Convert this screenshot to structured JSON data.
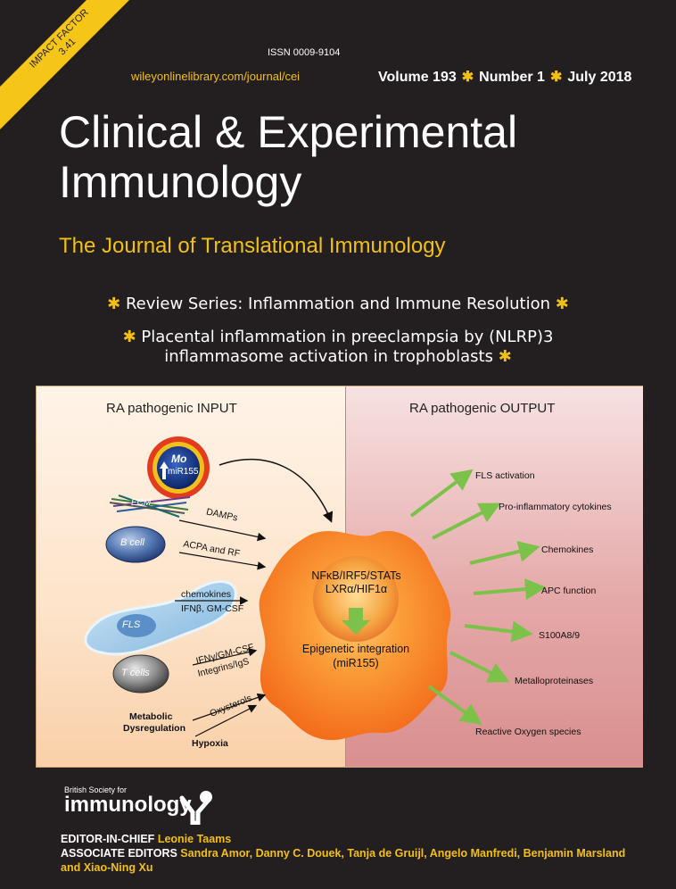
{
  "ribbon": {
    "line1": "IMPACT FACTOR",
    "line2": "3.41"
  },
  "issn": "ISSN 0009-9104",
  "url": "wileyonlinelibrary.com/journal/cei",
  "issue": {
    "volume": "Volume 193",
    "number": "Number 1",
    "date": "July 2018",
    "separator": "✱"
  },
  "title": {
    "line1": "Clinical & Experimental",
    "line2": "Immunology"
  },
  "subtitle": "The Journal of Translational Immunology",
  "highlights": {
    "series": "Review Series: Inflammation and Immune Resolution",
    "article_line1": "Placental inflammation in preeclampsia by (NLRP)3",
    "article_line2": "inflammasome activation in trophoblasts",
    "star": "✱"
  },
  "figure": {
    "left_heading": "RA pathogenic INPUT",
    "right_heading": "RA pathogenic OUTPUT",
    "mo": "Mo",
    "mir": "miR155",
    "ecm": "ECM",
    "bcell": "B cell",
    "fls": "FLS",
    "tcells": "T cells",
    "damps": "DAMPs",
    "acpa": "ACPA and RF",
    "chemokines_in": "chemokines",
    "ifnb": "IFNβ, GM-CSF",
    "ifng": "IFNγ/GM-CSF",
    "integrins": "Integrins/IgS",
    "oxysterols": "Oxysterols",
    "metabolic1": "Metabolic",
    "metabolic2": "Dysregulation",
    "hypoxia": "Hypoxia",
    "center1": "NFκB/IRF5/STATs",
    "center2": "LXRα/HIF1α",
    "center3": "Epigenetic integration",
    "center4": "(miR155)",
    "outputs": [
      "FLS activation",
      "Pro-inflammatory cytokines",
      "Chemokines",
      "APC function",
      "S100A8/9",
      "Metalloproteinases",
      "Reactive Oxygen species"
    ]
  },
  "society": {
    "small": "British Society for",
    "big": "immunology"
  },
  "editors": {
    "chief_label": "EDITOR-IN-CHIEF",
    "chief_name": "Leonie Taams",
    "assoc_label": "ASSOCIATE EDITORS",
    "assoc_line1": "Sandra Amor, Danny C. Douek, Tanja de Gruijl, Angelo Manfredi, Benjamin Marsland",
    "assoc_line2": "and Xiao-Ning Xu"
  }
}
